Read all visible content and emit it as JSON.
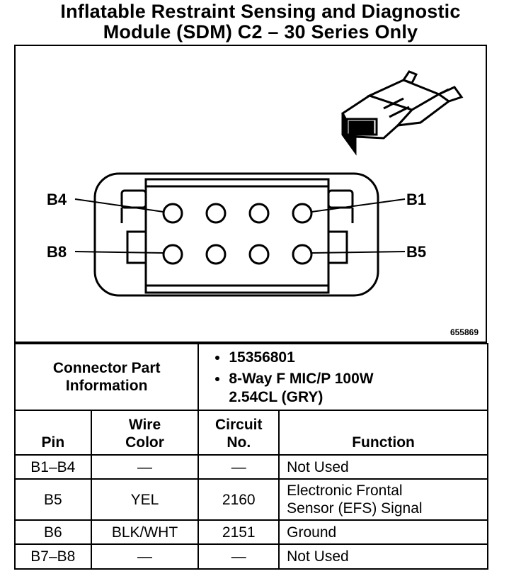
{
  "title": {
    "line1": "Inflatable Restraint Sensing and Diagnostic",
    "line2": "Module (SDM) C2 – 30 Series Only"
  },
  "figure": {
    "number": "655869",
    "labels": {
      "b4": "B4",
      "b1": "B1",
      "b8": "B8",
      "b5": "B5"
    }
  },
  "connector_info": {
    "label_line1": "Connector Part",
    "label_line2": "Information",
    "part_number": "15356801",
    "description_line1": "8-Way F MIC/P 100W",
    "description_line2": "2.54CL (GRY)"
  },
  "table": {
    "headers": {
      "pin": "Pin",
      "wire_color_line1": "Wire",
      "wire_color_line2": "Color",
      "circuit_line1": "Circuit",
      "circuit_line2": "No.",
      "function": "Function"
    },
    "rows": [
      {
        "pin": "B1–B4",
        "wire": "—",
        "circuit": "—",
        "function_line1": "Not Used",
        "function_line2": ""
      },
      {
        "pin": "B5",
        "wire": "YEL",
        "circuit": "2160",
        "function_line1": "Electronic Frontal",
        "function_line2": "Sensor (EFS) Signal"
      },
      {
        "pin": "B6",
        "wire": "BLK/WHT",
        "circuit": "2151",
        "function_line1": "Ground",
        "function_line2": ""
      },
      {
        "pin": "B7–B8",
        "wire": "—",
        "circuit": "—",
        "function_line1": "Not Used",
        "function_line2": ""
      }
    ]
  }
}
